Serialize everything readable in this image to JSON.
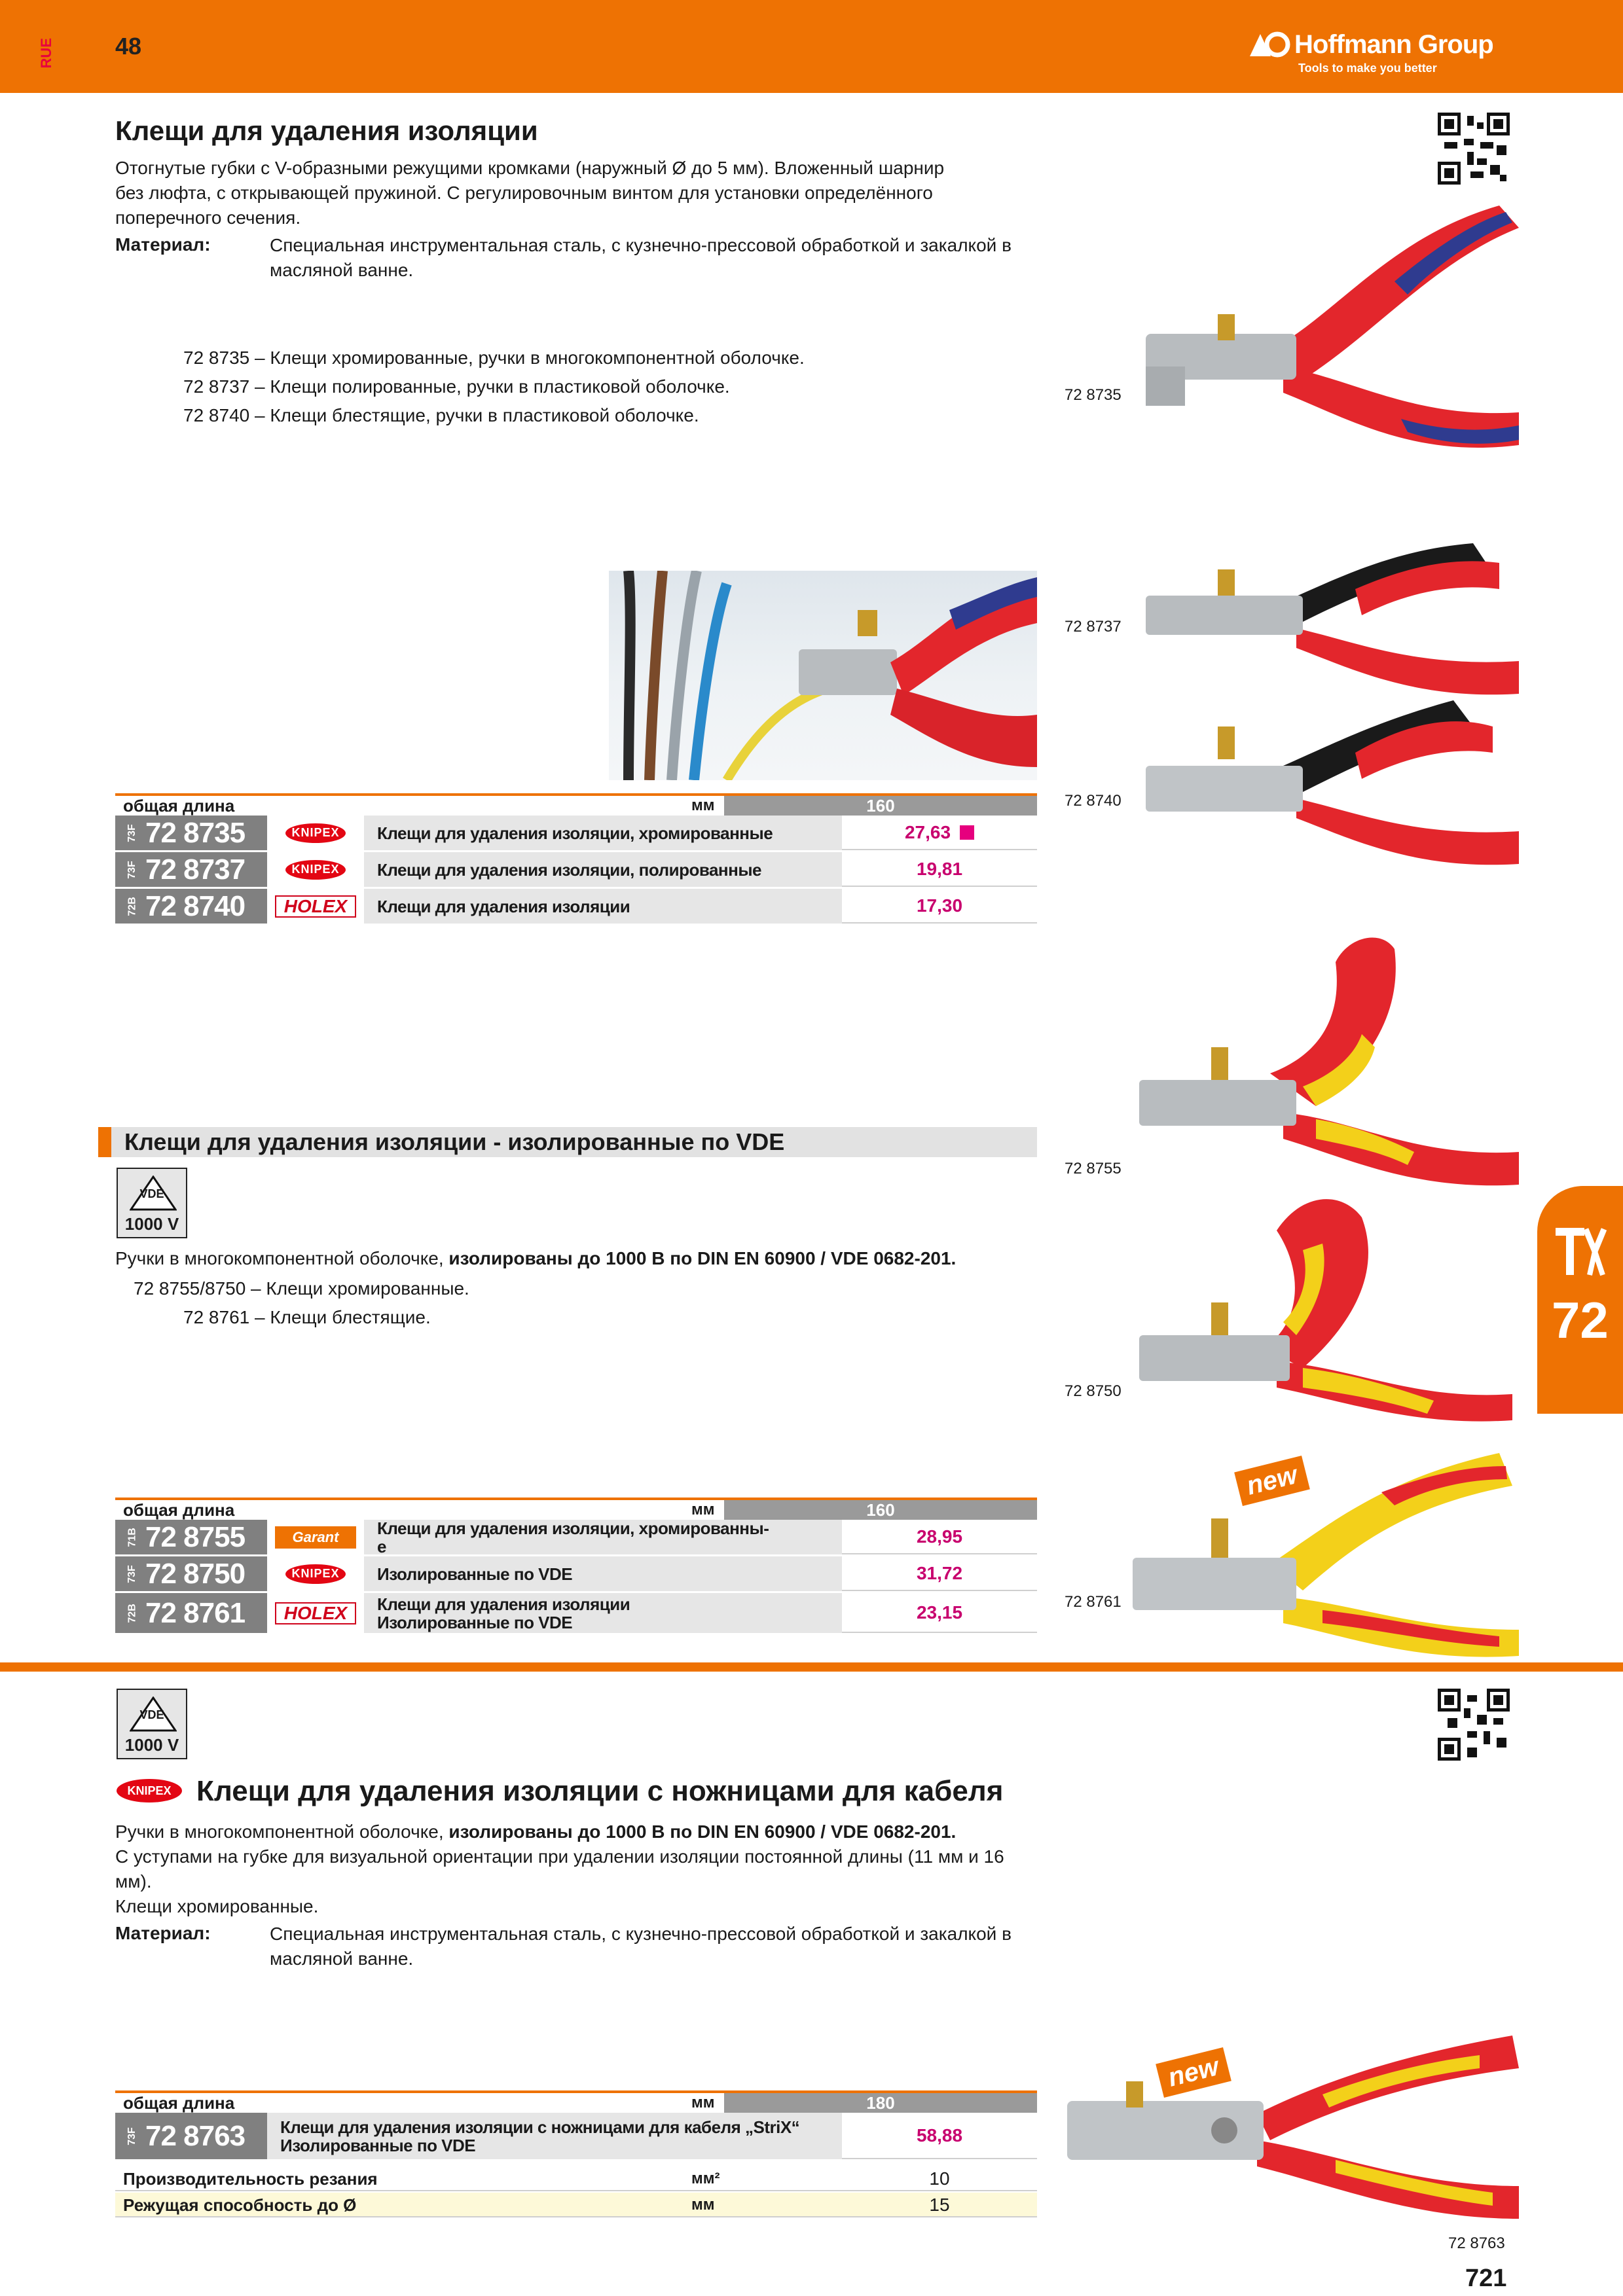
{
  "header": {
    "lang_code": "RUE",
    "page_number": "48",
    "brand_name": "Hoffmann Group",
    "brand_tagline": "Tools to make you better"
  },
  "section1": {
    "title": "Клещи для удаления изоляции",
    "description": [
      "Отогнутые губки с V-образными режущими кромками (наружный Ø до 5 мм). Вложенный шарнир",
      "без люфта, с открывающей пружиной. С регулировочным винтом для установки определённого",
      "поперечного сечения."
    ],
    "material_label": "Материал:",
    "material_text": [
      "Специальная инструментальная сталь, с кузнечно-прессовой обработкой и закалкой в",
      "масляной ванне."
    ],
    "variants": [
      {
        "code": "72 8735 –",
        "text": "Клещи хромированные, ручки в многокомпонентной оболочке."
      },
      {
        "code": "72 8737 –",
        "text": "Клещи полированные, ручки в пластиковой оболочке."
      },
      {
        "code": "72 8740 –",
        "text": "Клещи блестящие, ручки в пластиковой оболочке."
      }
    ],
    "table": {
      "head_label": "общая длина",
      "head_unit": "мм",
      "head_size": "160",
      "rows": [
        {
          "code_small": "73F",
          "code": "72 8735",
          "brand": "KNIPEX",
          "desc": [
            "Клещи для удаления изоляции, хромированные"
          ],
          "price": "27,63",
          "marker": true
        },
        {
          "code_small": "73F",
          "code": "72 8737",
          "brand": "KNIPEX",
          "desc": [
            "Клещи для удаления изоляции, полированные"
          ],
          "price": "19,81",
          "marker": false
        },
        {
          "code_small": "72B",
          "code": "72 8740",
          "brand": "HOLEX",
          "desc": [
            "Клещи для удаления изоляции"
          ],
          "price": "17,30",
          "marker": false
        }
      ]
    }
  },
  "section2": {
    "title": "Клещи для удаления изоляции - изолированные по VDE",
    "vde_voltage": "1000 V",
    "vde_letters": "VDE",
    "desc_plain": "Ручки в многокомпонентной оболочке, ",
    "desc_bold": "изолированы до 1000 В по DIN EN 60900 / VDE 0682-201.",
    "variants": [
      {
        "code": "72 8755/8750 –",
        "text": "Клещи хромированные."
      },
      {
        "code": "72 8761 –",
        "text": "Клещи блестящие."
      }
    ],
    "table": {
      "head_label": "общая длина",
      "head_unit": "мм",
      "head_size": "160",
      "rows": [
        {
          "code_small": "71B",
          "code": "72 8755",
          "brand": "Garant",
          "desc": [
            "Клещи для удаления изоляции, хромированны-",
            "е"
          ],
          "price": "28,95"
        },
        {
          "code_small": "73F",
          "code": "72 8750",
          "brand": "KNIPEX",
          "desc": [
            "Изолированные по VDE"
          ],
          "price": "31,72"
        },
        {
          "code_small": "72B",
          "code": "72 8761",
          "brand": "HOLEX",
          "desc": [
            "Клещи для удаления изоляции",
            "Изолированные по VDE"
          ],
          "price": "23,15"
        }
      ]
    }
  },
  "section3": {
    "vde_voltage": "1000 V",
    "vde_letters": "VDE",
    "brand": "KNIPEX",
    "title": "Клещи для удаления изоляции с ножницами для кабеля",
    "desc_plain": "Ручки в многокомпонентной оболочке, ",
    "desc_bold": "изолированы до 1000 В по DIN EN 60900 / VDE 0682-201.",
    "desc_lines": [
      "С уступами на губке для визуальной ориентации при удалении изоляции постоянной длины (11 мм и 16",
      "мм).",
      "Клещи хромированные."
    ],
    "material_label": "Материал:",
    "material_text": [
      "Специальная инструментальная сталь, с кузнечно-прессовой обработкой и закалкой в",
      "масляной ванне."
    ],
    "table": {
      "head_label": "общая длина",
      "head_unit": "мм",
      "head_size": "180",
      "row": {
        "code_small": "73F",
        "code": "72 8763",
        "desc": [
          "Клещи для удаления изоляции с ножницами для кабеля „StriX“",
          "Изолированные по VDE"
        ],
        "price": "58,88"
      },
      "specs": [
        {
          "label": "Производительность резания",
          "unit": "мм²",
          "value": "10"
        },
        {
          "label": "Режущая способность до Ø",
          "unit": "мм",
          "value": "15"
        }
      ]
    }
  },
  "figure_labels": {
    "f1": "72 8735",
    "f2": "72 8737",
    "f3": "72 8740",
    "f4": "72 8755",
    "f5": "72 8750",
    "f6": "72 8761",
    "f7": "72 8763"
  },
  "badges": {
    "new1": "new",
    "new2": "new"
  },
  "side_tab": {
    "number": "72"
  },
  "footer": {
    "page_number": "721"
  },
  "colors": {
    "accent": "#ee7203",
    "price": "#c8006e",
    "code_bg": "#808080"
  }
}
